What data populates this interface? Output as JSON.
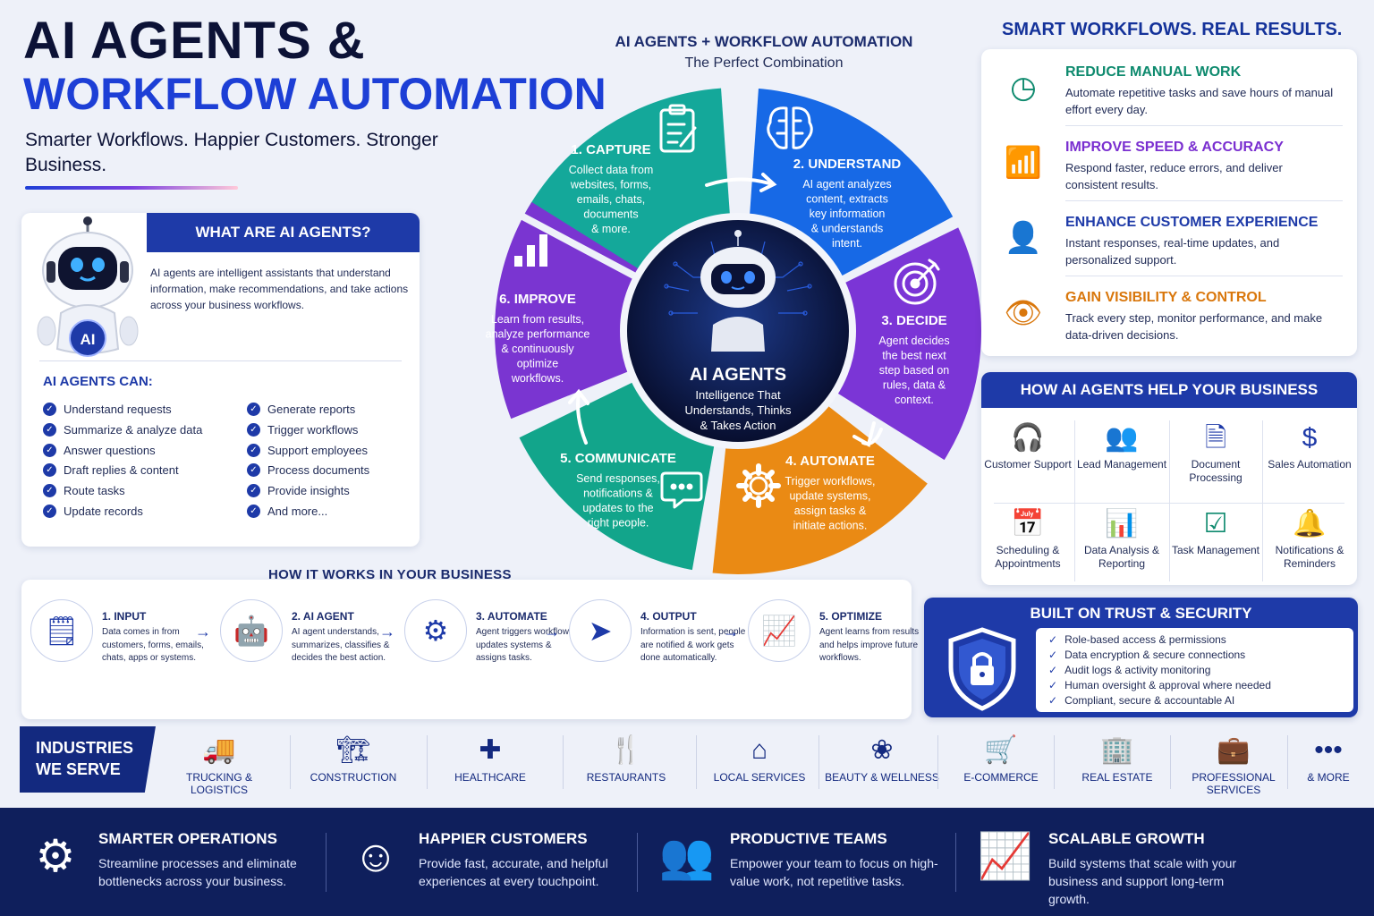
{
  "header": {
    "title_line1": "AI AGENTS &",
    "title_line2": "WORKFLOW AUTOMATION",
    "tagline": "Smarter Workflows. Happier Customers. Stronger Business."
  },
  "what_are": {
    "title": "WHAT ARE AI AGENTS?",
    "description": "AI agents are intelligent assistants that understand information, make recommendations, and take actions across your business workflows.",
    "robot_badge": "AI",
    "can_title": "AI AGENTS CAN:",
    "can_col1": [
      "Understand requests",
      "Summarize & analyze data",
      "Answer questions",
      "Draft replies & content",
      "Route tasks",
      "Update records"
    ],
    "can_col2": [
      "Generate reports",
      "Trigger workflows",
      "Support employees",
      "Process documents",
      "Provide insights",
      "And more..."
    ]
  },
  "wheel": {
    "title": "AI AGENTS + WORKFLOW AUTOMATION",
    "subtitle": "The Perfect Combination",
    "center_title": "AI AGENTS",
    "center_desc": [
      "Intelligence That",
      "Understands, Thinks",
      "& Takes Action"
    ],
    "steps": [
      {
        "title": "1. CAPTURE",
        "lines": [
          "Collect data from",
          "websites, forms,",
          "emails, chats,",
          "documents",
          "& more."
        ],
        "color": "#14a89a",
        "icon": "clipboard-icon"
      },
      {
        "title": "2. UNDERSTAND",
        "lines": [
          "AI agent analyzes",
          "content, extracts",
          "key information",
          "& understands",
          "intent."
        ],
        "color": "#1769e6",
        "icon": "brain-icon"
      },
      {
        "title": "3. DECIDE",
        "lines": [
          "Agent decides",
          "the best next",
          "step based on",
          "rules, data &",
          "context."
        ],
        "color": "#7b35d6",
        "icon": "target-icon"
      },
      {
        "title": "4. AUTOMATE",
        "lines": [
          "Trigger workflows,",
          "update systems,",
          "assign tasks &",
          "initiate actions."
        ],
        "color": "#ea8a14",
        "icon": "gear-icon"
      },
      {
        "title": "5. COMMUNICATE",
        "lines": [
          "Send responses,",
          "notifications &",
          "updates to the",
          "right people."
        ],
        "color": "#12a58b",
        "icon": "chat-icon"
      },
      {
        "title": "6. IMPROVE",
        "lines": [
          "Learn from results,",
          "analyze performance",
          "& continuously",
          "optimize",
          "workflows."
        ],
        "color": "#7a35d1",
        "icon": "bar-chart-icon"
      }
    ]
  },
  "smart": {
    "title": "SMART WORKFLOWS. REAL RESULTS.",
    "items": [
      {
        "title": "REDUCE MANUAL WORK",
        "desc": "Automate repetitive tasks and save hours of manual effort every day.",
        "color": "#0e8a6e",
        "icon": "clock-icon",
        "glyph": "◷"
      },
      {
        "title": "IMPROVE SPEED & ACCURACY",
        "desc": "Respond faster, reduce errors, and deliver consistent results.",
        "color": "#7a2fd0",
        "icon": "growth-chart-icon",
        "glyph": "📶"
      },
      {
        "title": "ENHANCE CUSTOMER EXPERIENCE",
        "desc": "Instant responses, real-time updates, and personalized support.",
        "color": "#1e3aa8",
        "icon": "user-star-icon",
        "glyph": "👤"
      },
      {
        "title": "GAIN VISIBILITY & CONTROL",
        "desc": "Track every step, monitor performance, and make data-driven decisions.",
        "color": "#d9770c",
        "icon": "eye-icon",
        "glyph": "👁"
      }
    ]
  },
  "help": {
    "title": "HOW AI AGENTS HELP YOUR BUSINESS",
    "items": [
      {
        "label": "Customer Support",
        "icon": "headset-icon",
        "glyph": "🎧",
        "color": "#0e8a6e"
      },
      {
        "label": "Lead Management",
        "icon": "people-icon",
        "glyph": "👥",
        "color": "#7a2fd0"
      },
      {
        "label": "Document Processing",
        "icon": "document-icon",
        "glyph": "🗎",
        "color": "#1e3aa8"
      },
      {
        "label": "Sales Automation",
        "icon": "dollar-cycle-icon",
        "glyph": "$",
        "color": "#1e3aa8"
      },
      {
        "label": "Scheduling & Appointments",
        "icon": "calendar-icon",
        "glyph": "📅",
        "color": "#0e8a6e"
      },
      {
        "label": "Data Analysis & Reporting",
        "icon": "chart-icon",
        "glyph": "📊",
        "color": "#1e3aa8"
      },
      {
        "label": "Task Management",
        "icon": "task-check-icon",
        "glyph": "☑",
        "color": "#0e8a6e"
      },
      {
        "label": "Notifications & Reminders",
        "icon": "bell-icon",
        "glyph": "🔔",
        "color": "#e07a10"
      }
    ]
  },
  "trust": {
    "title": "BUILT ON TRUST & SECURITY",
    "items": [
      "Role-based access & permissions",
      "Data encryption & secure connections",
      "Audit logs & activity monitoring",
      "Human oversight & approval where needed",
      "Compliant, secure & accountable AI"
    ]
  },
  "how": {
    "title": "HOW IT WORKS IN YOUR BUSINESS",
    "steps": [
      {
        "title": "1. INPUT",
        "desc": "Data comes in from customers, forms, emails, chats, apps or systems.",
        "icon": "form-icon",
        "glyph": "🗒"
      },
      {
        "title": "2. AI AGENT",
        "desc": "AI agent understands, summarizes, classifies & decides the best action.",
        "icon": "robot-icon",
        "glyph": "🤖"
      },
      {
        "title": "3. AUTOMATE",
        "desc": "Agent triggers workflows, updates systems & assigns tasks.",
        "icon": "gear-icon",
        "glyph": "⚙"
      },
      {
        "title": "4. OUTPUT",
        "desc": "Information is sent, people are notified & work gets done automatically.",
        "icon": "paper-plane-icon",
        "glyph": "➤"
      },
      {
        "title": "5. OPTIMIZE",
        "desc": "Agent learns from results and helps improve future workflows.",
        "icon": "growth-chart-icon",
        "glyph": "📈"
      }
    ]
  },
  "industries": {
    "title_line1": "INDUSTRIES",
    "title_line2": "WE SERVE",
    "items": [
      {
        "label": "TRUCKING & LOGISTICS",
        "icon": "truck-icon",
        "glyph": "🚚"
      },
      {
        "label": "CONSTRUCTION",
        "icon": "crane-icon",
        "glyph": "🏗"
      },
      {
        "label": "HEALTHCARE",
        "icon": "medical-kit-icon",
        "glyph": "✚"
      },
      {
        "label": "RESTAURANTS",
        "icon": "fork-knife-icon",
        "glyph": "🍴"
      },
      {
        "label": "LOCAL SERVICES",
        "icon": "home-icon",
        "glyph": "⌂"
      },
      {
        "label": "BEAUTY & WELLNESS",
        "icon": "lotus-icon",
        "glyph": "❀"
      },
      {
        "label": "E-COMMERCE",
        "icon": "cart-icon",
        "glyph": "🛒"
      },
      {
        "label": "REAL ESTATE",
        "icon": "building-icon",
        "glyph": "🏢"
      },
      {
        "label": "PROFESSIONAL SERVICES",
        "icon": "briefcase-icon",
        "glyph": "💼"
      },
      {
        "label": "& MORE",
        "icon": "more-dots-icon",
        "glyph": "•••"
      }
    ]
  },
  "footer": {
    "items": [
      {
        "title": "SMARTER OPERATIONS",
        "desc": "Streamline processes and eliminate bottlenecks across your business.",
        "icon": "gears-icon",
        "glyph": "⚙"
      },
      {
        "title": "HAPPIER CUSTOMERS",
        "desc": "Provide fast, accurate, and helpful experiences at every touchpoint.",
        "icon": "smile-icon",
        "glyph": "☺"
      },
      {
        "title": "PRODUCTIVE TEAMS",
        "desc": "Empower your team to focus on high-value work, not repetitive tasks.",
        "icon": "team-icon",
        "glyph": "👥"
      },
      {
        "title": "SCALABLE GROWTH",
        "desc": "Build systems that scale with your business and support long-term growth.",
        "icon": "growth-icon",
        "glyph": "📈"
      }
    ]
  }
}
